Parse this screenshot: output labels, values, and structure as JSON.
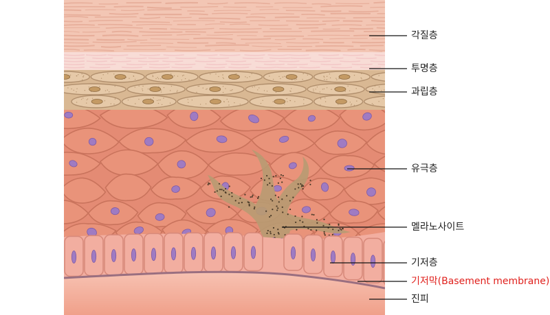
{
  "labels": [
    {
      "id": "stratum-corneum",
      "text": "각질층",
      "color": "#222222"
    },
    {
      "id": "stratum-lucidum",
      "text": "투명층",
      "color": "#222222"
    },
    {
      "id": "stratum-granulosum",
      "text": "과립층",
      "color": "#222222"
    },
    {
      "id": "stratum-spinosum",
      "text": "유극층",
      "color": "#222222"
    },
    {
      "id": "melanocyte",
      "text": "멜라노사이트",
      "color": "#222222"
    },
    {
      "id": "stratum-basale",
      "text": "기저층",
      "color": "#222222"
    },
    {
      "id": "basement-membrane",
      "text": "기저막(Basement membrane)",
      "color": "#e0201c"
    },
    {
      "id": "dermis",
      "text": "진피",
      "color": "#222222"
    }
  ],
  "colors": {
    "corneum": "#f3c6b4",
    "corneum_line": "#e3a794",
    "lucidum": "#f8dcd6",
    "granular_fill": "#e6c9a8",
    "granular_stroke": "#b08e6c",
    "granule_nucleus": "#c49a64",
    "spinous_fill": "#e9937a",
    "spinous_stroke": "#c9735c",
    "nucleus": "#9f7bc2",
    "basal_fill": "#f2aea0",
    "membrane": "#9a6f80",
    "dermis": "#f4b19f",
    "melanocyte": "#b99a72",
    "melanin": "#4a3a28",
    "leader": "#111111"
  }
}
